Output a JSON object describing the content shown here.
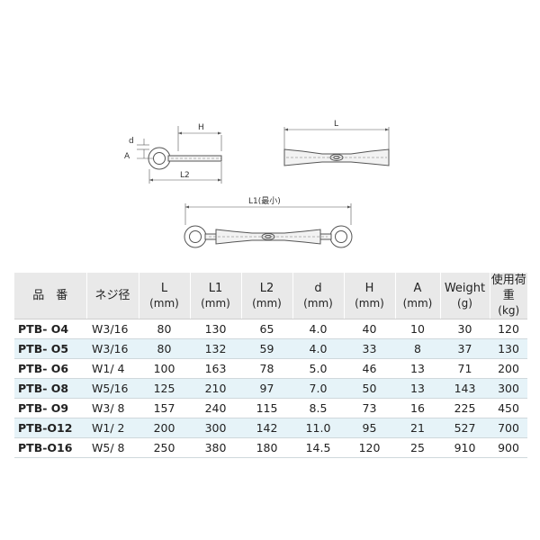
{
  "drawings": {
    "eye_labels": {
      "d": "d",
      "a": "A",
      "h": "H",
      "l2": "L2"
    },
    "body_label": "L",
    "assembly_label": "L1(最小)"
  },
  "table": {
    "headers": [
      {
        "label": "品　番",
        "unit": ""
      },
      {
        "label": "ネジ径",
        "unit": ""
      },
      {
        "label": "L",
        "unit": "(mm)"
      },
      {
        "label": "L1",
        "unit": "(mm)"
      },
      {
        "label": "L2",
        "unit": "(mm)"
      },
      {
        "label": "d",
        "unit": "(mm)"
      },
      {
        "label": "H",
        "unit": "(mm)"
      },
      {
        "label": "A",
        "unit": "(mm)"
      },
      {
        "label": "Weight",
        "unit": "(g)"
      },
      {
        "label": "使用荷重",
        "unit": "(kg)"
      }
    ],
    "rows": [
      [
        "PTB- O4",
        "W3/16",
        "80",
        "130",
        "65",
        "4.0",
        "40",
        "10",
        "30",
        "120"
      ],
      [
        "PTB- O5",
        "W3/16",
        "80",
        "132",
        "59",
        "4.0",
        "33",
        "8",
        "37",
        "130"
      ],
      [
        "PTB- O6",
        "W1/ 4",
        "100",
        "163",
        "78",
        "5.0",
        "46",
        "13",
        "71",
        "200"
      ],
      [
        "PTB- O8",
        "W5/16",
        "125",
        "210",
        "97",
        "7.0",
        "50",
        "13",
        "143",
        "300"
      ],
      [
        "PTB- O9",
        "W3/ 8",
        "157",
        "240",
        "115",
        "8.5",
        "73",
        "16",
        "225",
        "450"
      ],
      [
        "PTB-O12",
        "W1/ 2",
        "200",
        "300",
        "142",
        "11.0",
        "95",
        "21",
        "527",
        "700"
      ],
      [
        "PTB-O16",
        "W5/ 8",
        "250",
        "380",
        "180",
        "14.5",
        "120",
        "25",
        "910",
        "900"
      ]
    ]
  }
}
